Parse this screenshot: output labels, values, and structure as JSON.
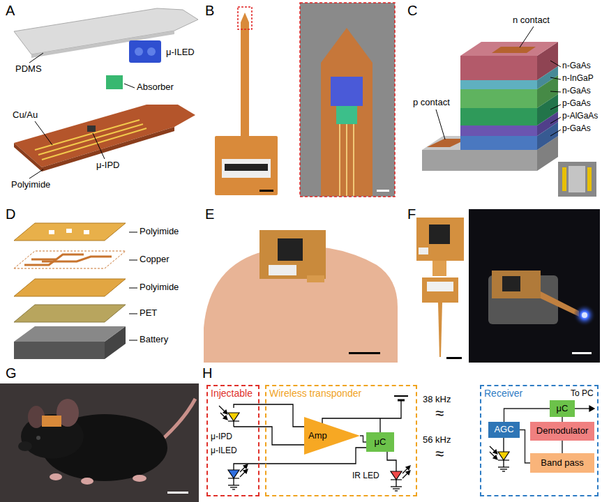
{
  "diagram": {
    "nodes": [
      {
        "text": [
          "Injectable"
        ]
      },
      {
        "text": [
          "Wireless transponder"
        ]
      },
      {
        "text": [
          "Amp"
        ],
        "in": 1
      },
      {
        "text": [
          "μC"
        ],
        "in": 1
      },
      {
        "text": [
          "Receiver"
        ]
      },
      {
        "text": [
          "μC"
        ],
        "in": 4
      },
      {
        "text": [
          "AGC"
        ],
        "in": 4
      },
      {
        "text": [
          "Demodulator"
        ],
        "in": 4
      },
      {
        "text": [
          "Band pass"
        ],
        "in": 4
      }
    ],
    "edges": [
      {
        "from": 2,
        "to": 3,
        "arrow": "none"
      },
      {
        "from": 6,
        "to": 8,
        "arrow": "none"
      },
      {
        "from": 8,
        "to": 7,
        "arrow": "none"
      },
      {
        "from": 7,
        "to": 5,
        "arrow": "none"
      },
      {
        "from": 5,
        "to": 6,
        "arrow": "none"
      }
    ],
    "labels": [
      "A",
      "PDMS",
      "μ-ILED",
      "Cu/Au",
      "Absorber",
      "μ-IPD",
      "Polyimide",
      "B",
      "C",
      "n contact",
      "p contact",
      "n-GaAs",
      "n-InGaP",
      "n-GaAs",
      "p-GaAs",
      "p-AlGaAs",
      "p-GaAs",
      "D",
      "Polyimide",
      "Copper",
      "Polyimide",
      "PET",
      "Battery",
      "E",
      "F",
      "G",
      "H",
      "μ-IPD",
      "μ-ILED",
      "IR LED",
      "38 kHz",
      "≈",
      "56 kHz",
      "≈",
      "To PC"
    ]
  }
}
